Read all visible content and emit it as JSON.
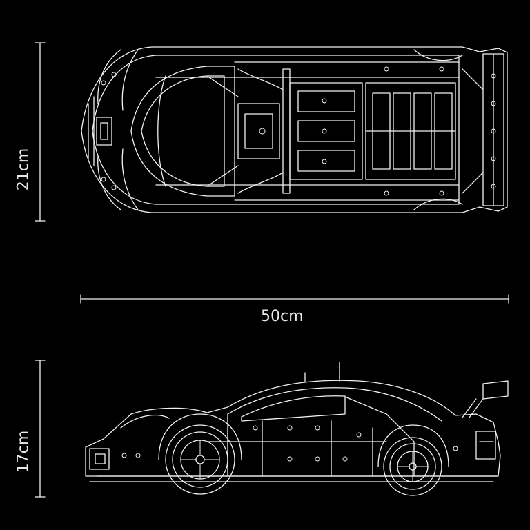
{
  "dimensions": {
    "top_height": "21cm",
    "length": "50cm",
    "side_height": "17cm"
  },
  "colors": {
    "background": "#000000",
    "line": "#f2f2f2",
    "text": "#e8e8e8"
  }
}
